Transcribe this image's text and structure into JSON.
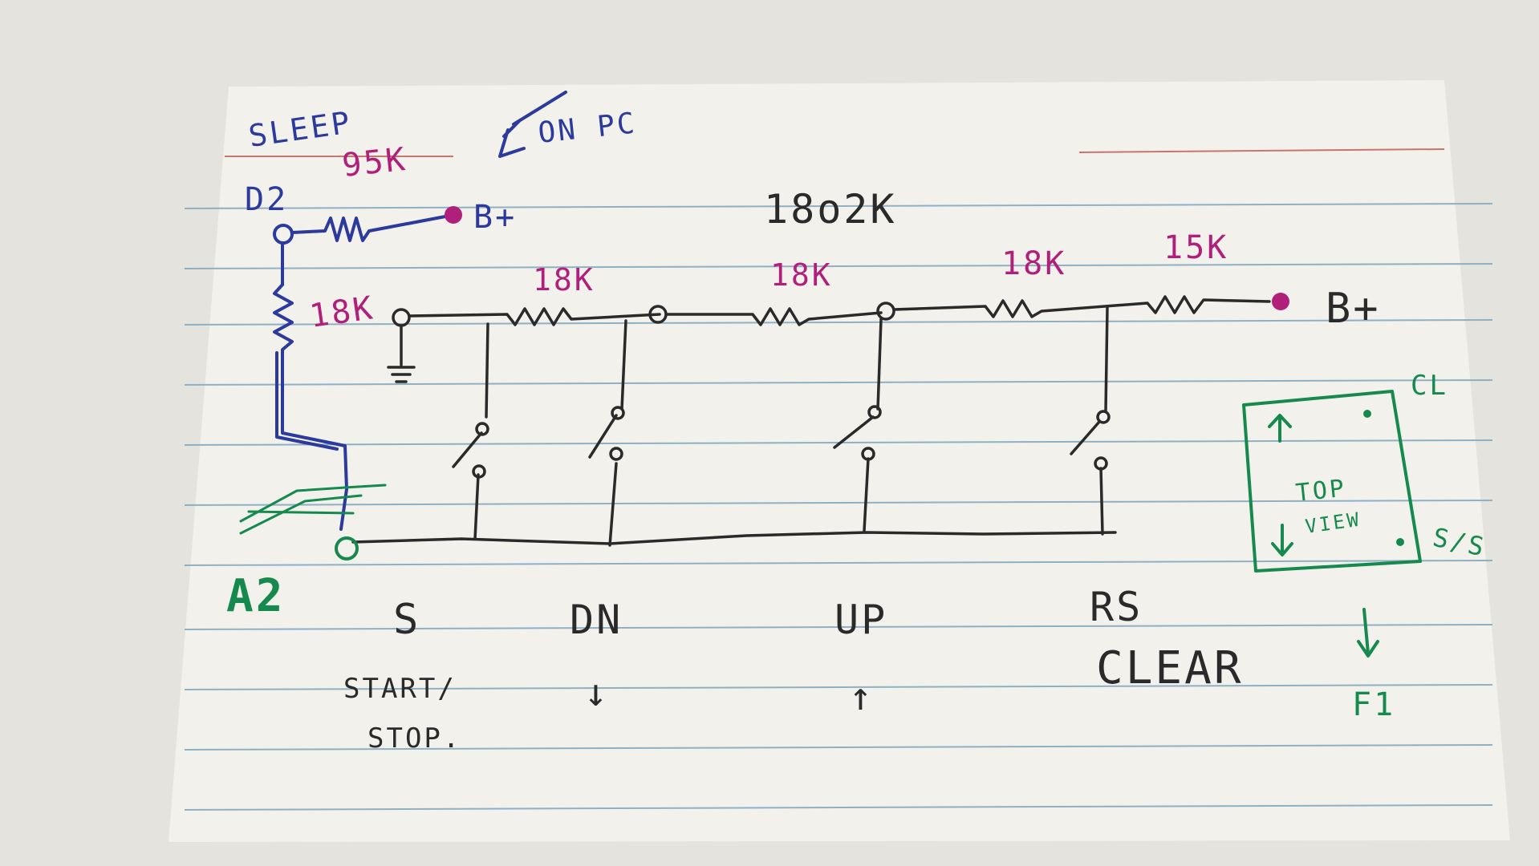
{
  "colors": {
    "desk": "#c9c7c1",
    "background_paper": "#e4e3de",
    "card": "#f2f1ec",
    "rule_line": "#8fb0c4",
    "margin_line": "#c9756c",
    "ink_black": "#2a2a2a",
    "ink_blue": "#2b3a9c",
    "ink_magenta": "#b0207a",
    "ink_green": "#168a4e"
  },
  "notes": {
    "sleep": "SLEEP",
    "on_pc": "ON PC",
    "total": "18o2K"
  },
  "pins": {
    "d2": "D2",
    "a2": "A2",
    "b_plus_top": "B+",
    "b_plus_right": "B+"
  },
  "resistors": {
    "r_sleep": "95K",
    "r_vertical": "18K",
    "r1": "18K",
    "r2": "18K",
    "r3": "18K",
    "r4": "15K"
  },
  "buttons": [
    {
      "code": "S",
      "desc": "START/",
      "desc2": "STOP."
    },
    {
      "code": "DN",
      "desc": "↓"
    },
    {
      "code": "UP",
      "desc": "↑"
    },
    {
      "code": "RS",
      "desc": "CLEAR"
    }
  ],
  "top_view": {
    "label_line1": "TOP",
    "label_line2": "VIEW",
    "corner_tr": "CL",
    "corner_br": "S/S",
    "below": "F1"
  }
}
